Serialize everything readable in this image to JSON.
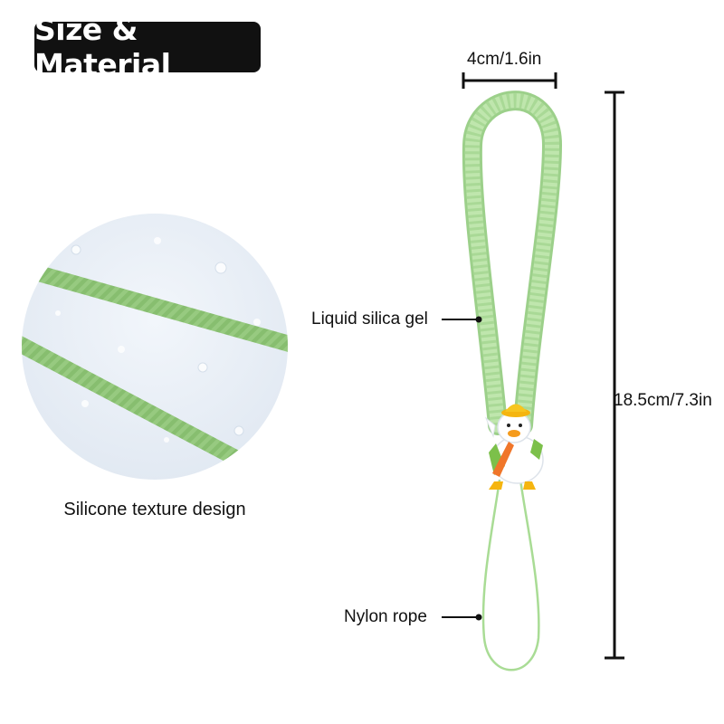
{
  "header": {
    "title": "Size & Material"
  },
  "texture": {
    "caption": "Silicone texture design"
  },
  "dimensions": {
    "width_label": "4cm/1.6in",
    "height_label": "18.5cm/7.3in"
  },
  "callouts": {
    "upper_label": "Liquid silica gel",
    "lower_label": "Nylon rope"
  },
  "colors": {
    "strap_green": "#b7e3a2",
    "cord_green": "#a9dc95",
    "badge_bg": "#111111"
  },
  "icons": {
    "charm": "duck-charm-icon"
  }
}
